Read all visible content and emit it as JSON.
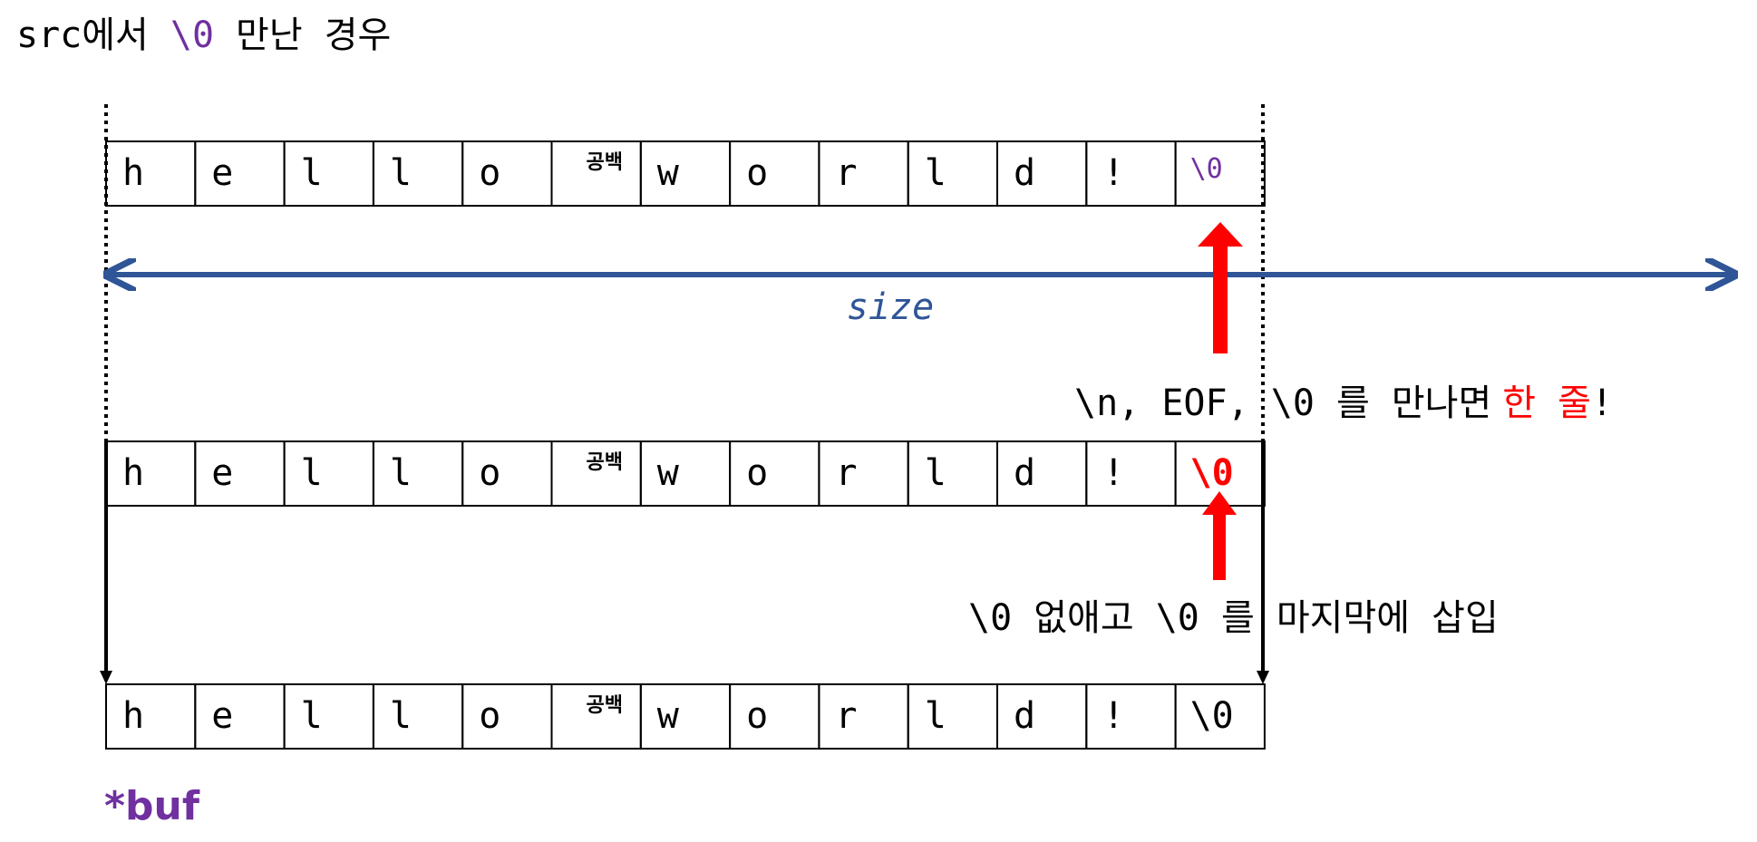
{
  "title": {
    "prefix": "src에서",
    "highlight": "\\0",
    "suffix": "만난 경우"
  },
  "rows": [
    {
      "cells": [
        "h",
        "e",
        "l",
        "l",
        "o",
        "공백",
        "w",
        "o",
        "r",
        "l",
        "d",
        "!",
        "\\0"
      ],
      "last_color": "#7030a0"
    },
    {
      "cells": [
        "h",
        "e",
        "l",
        "l",
        "o",
        "공백",
        "w",
        "o",
        "r",
        "l",
        "d",
        "!",
        "\\0"
      ],
      "last_color": "#ff0000"
    },
    {
      "cells": [
        "h",
        "e",
        "l",
        "l",
        "o",
        "공백",
        "w",
        "o",
        "r",
        "l",
        "d",
        "!",
        "\\0"
      ],
      "last_color": "#000000"
    }
  ],
  "size_label": "size",
  "note1": {
    "text": "\\n, EOF, \\0 를 만나면",
    "highlight": "한 줄",
    "suffix": "!"
  },
  "note2": {
    "text": "\\0 없애고 \\0 를 마지막에 삽입"
  },
  "buf_label": "*buf",
  "colors": {
    "purple": "#7030a0",
    "blue": "#2f5597",
    "red": "#ff0000",
    "black": "#000000"
  }
}
